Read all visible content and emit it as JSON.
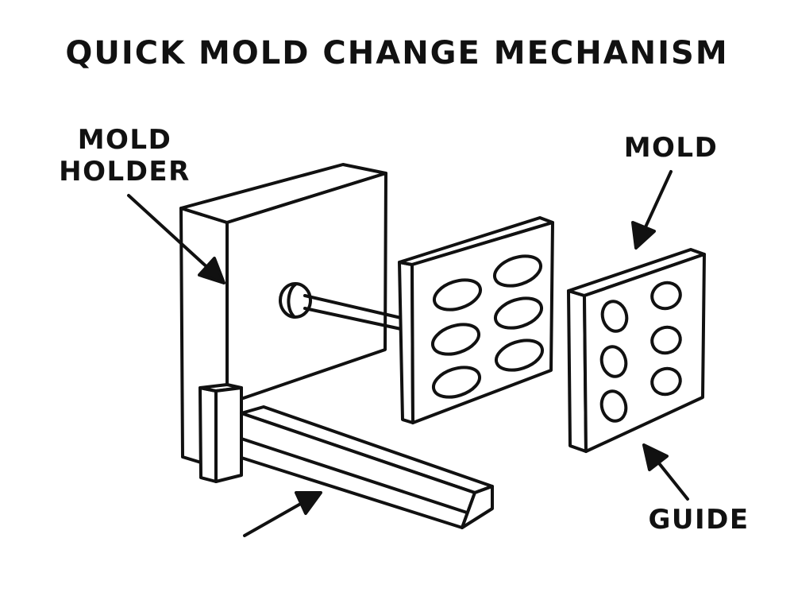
{
  "title": "QUICK MOLD CHANGE MECHANISM",
  "labels": {
    "mold_holder_line1": "MOLD",
    "mold_holder_line2": "HOLDER",
    "mold": "MOLD",
    "guide": "GUIDE"
  },
  "colors": {
    "ink": "#111111",
    "background": "#ffffff"
  }
}
